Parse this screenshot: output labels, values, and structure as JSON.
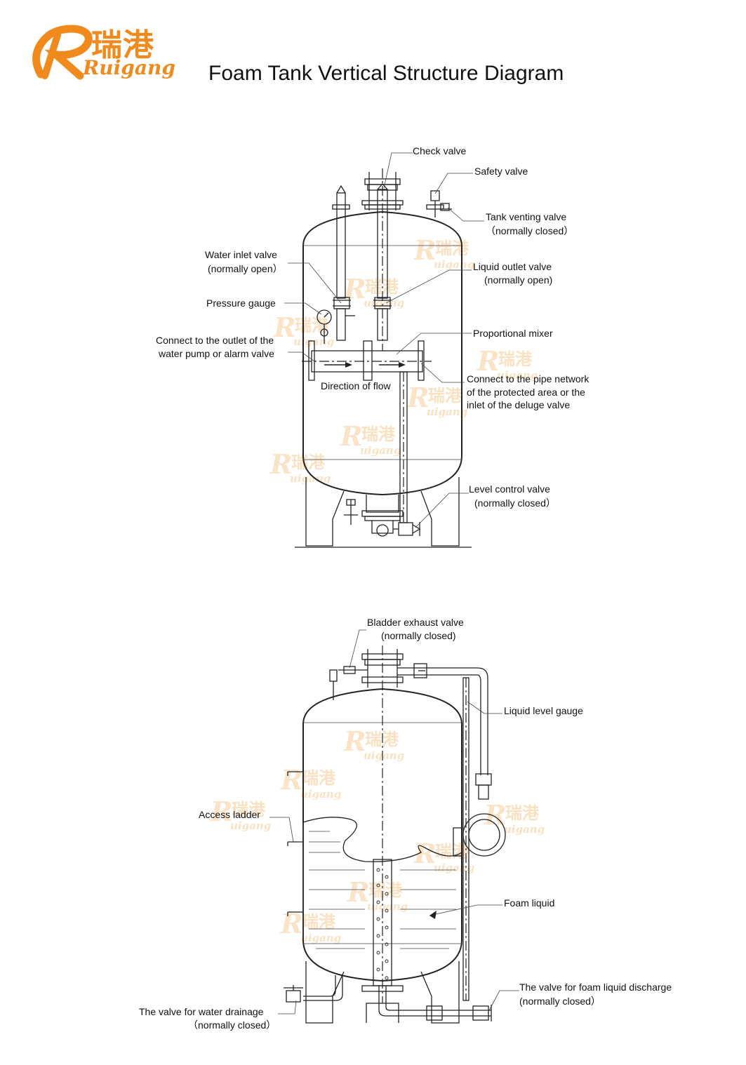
{
  "logo": {
    "chinese": "瑞港",
    "english": "Ruigang",
    "initial": "R",
    "brand_color": "#f08a1c"
  },
  "title": "Foam Tank Vertical Structure Diagram",
  "watermark": {
    "chinese": "瑞港",
    "english": "uigang",
    "initial": "R",
    "color": "#f6c98f"
  },
  "top_diagram": {
    "labels": {
      "check_valve": "Check valve",
      "safety_valve": "Safety valve",
      "tank_venting_valve_1": "Tank venting valve",
      "tank_venting_valve_2": "（normally closed）",
      "water_inlet_valve_1": "Water inlet valve",
      "water_inlet_valve_2": "(normally open）",
      "liquid_outlet_valve_1": "Liquid outlet valve",
      "liquid_outlet_valve_2": "(normally open)",
      "pressure_gauge": "Pressure gauge",
      "proportional_mixer": "Proportional mixer",
      "connect_outlet_1": "Connect to the outlet of the",
      "connect_outlet_2": "water pump or alarm valve",
      "direction_of_flow": "Direction of flow",
      "connect_network_1": "Connect to the pipe network",
      "connect_network_2": "of the protected area or the",
      "connect_network_3": "inlet of the deluge valve",
      "level_control_valve_1": "Level control valve",
      "level_control_valve_2": "(normally closed）"
    }
  },
  "bottom_diagram": {
    "labels": {
      "bladder_exhaust_valve_1": "Bladder exhaust valve",
      "bladder_exhaust_valve_2": "(normally closed)",
      "liquid_level_gauge": "Liquid level gauge",
      "access_ladder": "Access ladder",
      "foam_liquid": "Foam  liquid",
      "foam_discharge_valve_1": "The valve for foam liquid discharge",
      "foam_discharge_valve_2": "(normally closed）",
      "water_drainage_valve_1": "The valve for water drainage",
      "water_drainage_valve_2": "（normally closed）"
    }
  }
}
